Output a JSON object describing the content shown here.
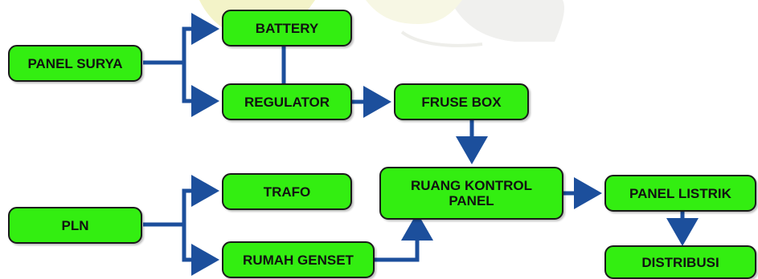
{
  "diagram": {
    "nodes": {
      "panel_surya": "PANEL SURYA",
      "battery": "BATTERY",
      "regulator": "REGULATOR",
      "fruse_box": "FRUSE BOX",
      "pln": "PLN",
      "trafo": "TRAFO",
      "rumah_genset": "RUMAH GENSET",
      "ruang_kontrol": "RUANG KONTROL\nPANEL",
      "panel_listrik": "PANEL LISTRIK",
      "distribusi": "DISTRIBUSI"
    },
    "edges": [
      {
        "from": "PANEL SURYA",
        "to": "BATTERY"
      },
      {
        "from": "PANEL SURYA",
        "to": "REGULATOR"
      },
      {
        "from": "REGULATOR",
        "to": "BATTERY"
      },
      {
        "from": "REGULATOR",
        "to": "FRUSE BOX"
      },
      {
        "from": "FRUSE BOX",
        "to": "RUANG KONTROL PANEL"
      },
      {
        "from": "PLN",
        "to": "TRAFO"
      },
      {
        "from": "PLN",
        "to": "RUMAH GENSET"
      },
      {
        "from": "RUMAH GENSET",
        "to": "RUANG KONTROL PANEL"
      },
      {
        "from": "RUANG KONTROL PANEL",
        "to": "PANEL LISTRIK"
      },
      {
        "from": "PANEL LISTRIK",
        "to": "DISTRIBUSI"
      }
    ],
    "colors": {
      "box_fill": "#33ee11",
      "arrow": "#1c4f9c",
      "watermark": "#f3f3c8"
    }
  }
}
